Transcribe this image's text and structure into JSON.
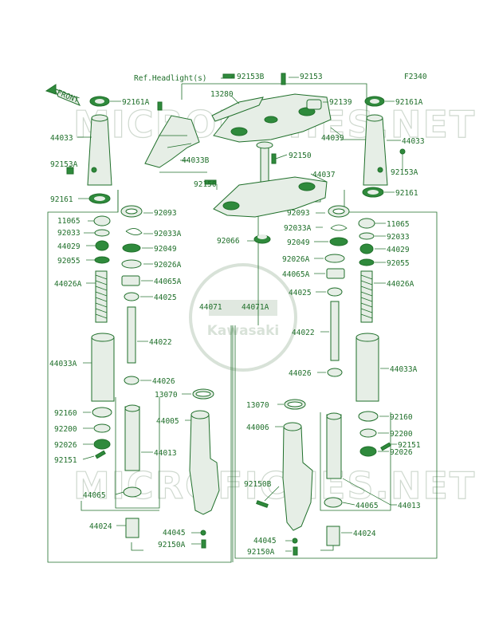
{
  "figure_code": "F2340",
  "front_label": "FRONT",
  "watermark_text": "MICROFICHES.NET",
  "center_logo_text": "Kawasaki",
  "callouts": {
    "ref_headlight": "Ref.Headlight(s)",
    "p92153B": "92153B",
    "p92153_top": "92153",
    "p13280": "13280",
    "p92139": "92139",
    "p92161A_l": "92161A",
    "p92161A_r": "92161A",
    "p44039": "44039",
    "p44033_l": "44033",
    "p44033_r": "44033",
    "p44033B": "44033B",
    "p92150_a": "92150",
    "p92150_b": "92150",
    "p44037": "44037",
    "p92153A_l": "92153A",
    "p92153A_r": "92153A",
    "p92161_l": "92161",
    "p92161_r": "92161",
    "p92093_l": "92093",
    "p92093_r": "92093",
    "p11065_l": "11065",
    "p11065_r": "11065",
    "p92033_l": "92033",
    "p92033_r": "92033",
    "p92033A_l": "92033A",
    "p92033A_r": "92033A",
    "p44029_l": "44029",
    "p44029_r": "44029",
    "p92049_l": "92049",
    "p92049_r": "92049",
    "p92066": "92066",
    "p92055_l": "92055",
    "p92055_r": "92055",
    "p92026A_l": "92026A",
    "p92026A_r": "92026A",
    "p44026A_l": "44026A",
    "p44026A_r": "44026A",
    "p44065A_l": "44065A",
    "p44065A_r": "44065A",
    "p44025_l": "44025",
    "p44025_r": "44025",
    "p44071": "44071",
    "p44071A": "44071A",
    "p44022_l": "44022",
    "p44022_r": "44022",
    "p44033A_l": "44033A",
    "p44033A_r": "44033A",
    "p44026_l": "44026",
    "p44026_r": "44026",
    "p13070_l": "13070",
    "p13070_r": "13070",
    "p92160_l": "92160",
    "p92160_r": "92160",
    "p44005": "44005",
    "p44006": "44006",
    "p92200_l": "92200",
    "p92200_r": "92200",
    "p92026_l": "92026",
    "p92026_r": "92026",
    "p44013_l": "44013",
    "p44013_r": "44013",
    "p92151_l": "92151",
    "p92151_r": "92151",
    "p92150B": "92150B",
    "p44065_l": "44065",
    "p44065_r": "44065",
    "p44024_l": "44024",
    "p44024_r": "44024",
    "p44045_l": "44045",
    "p44045_r": "44045",
    "p92150A_l": "92150A",
    "p92150A_r": "92150A"
  }
}
